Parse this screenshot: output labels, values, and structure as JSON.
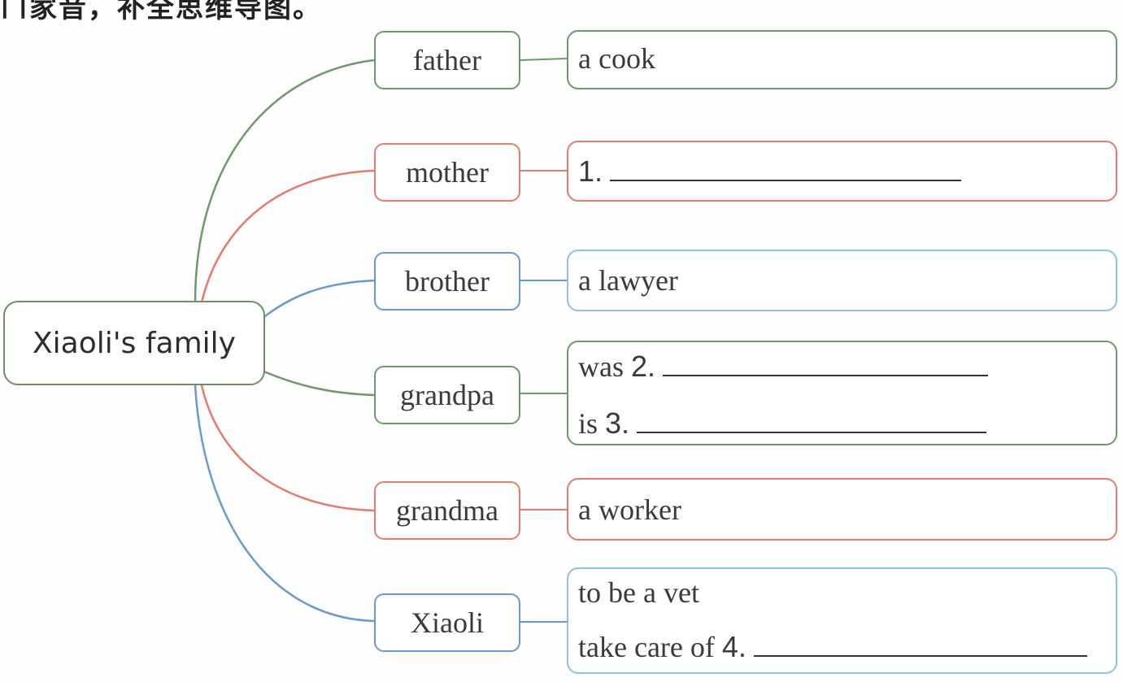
{
  "header": {
    "text": "ㄇ家音，补全思维导图。"
  },
  "center": {
    "label": "Xiaoli's family"
  },
  "colors": {
    "green": "#6c9a6a",
    "red": "#e77a6f",
    "blue": "#6b99cf",
    "light_blue": "#8fc1e3"
  },
  "branches": [
    {
      "member": "father",
      "lines": [
        {
          "text": "a cook"
        }
      ]
    },
    {
      "member": "mother",
      "lines": [
        {
          "num": "1.",
          "blank": true
        }
      ]
    },
    {
      "member": "brother",
      "lines": [
        {
          "text": "a lawyer"
        }
      ]
    },
    {
      "member": "grandpa",
      "lines": [
        {
          "text": "was",
          "num": "2.",
          "blank": true
        },
        {
          "text": "is",
          "num": "3.",
          "blank": true
        }
      ]
    },
    {
      "member": "grandma",
      "lines": [
        {
          "text": "a worker"
        }
      ]
    },
    {
      "member": "Xiaoli",
      "lines": [
        {
          "text": "to be a vet"
        },
        {
          "text": "take care of",
          "num": "4.",
          "blank": true
        }
      ]
    }
  ]
}
